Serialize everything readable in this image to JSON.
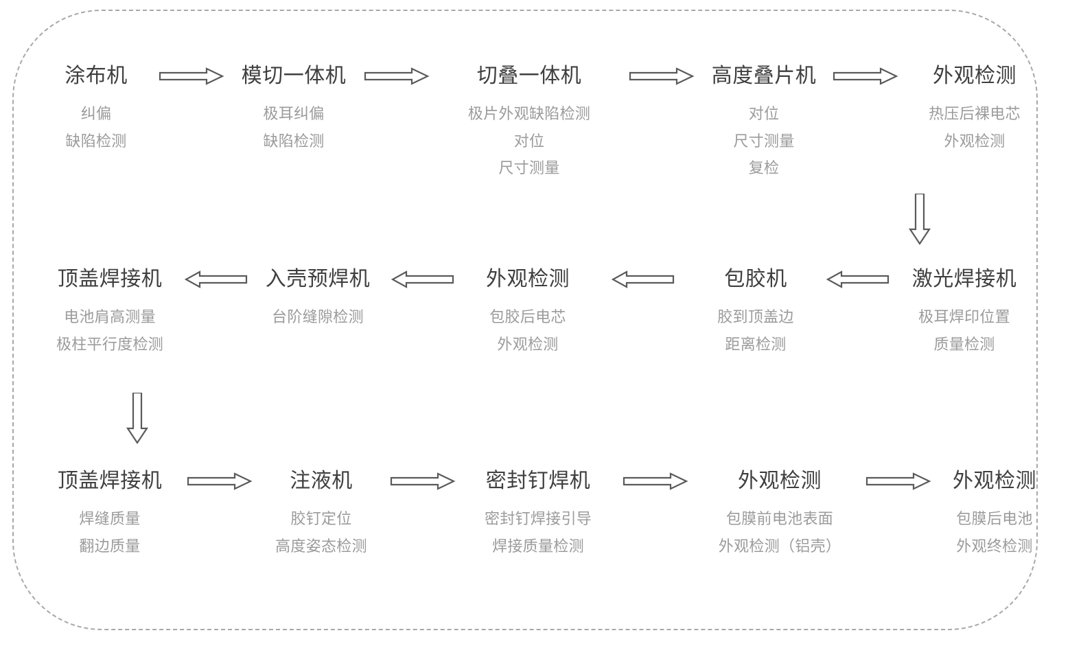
{
  "diagram": {
    "title_color": "#3f3f3f",
    "sub_color": "#9b9b9b",
    "frame_color": "#a8a8a8",
    "arrow_color": "#5a5a5a",
    "rows": [
      {
        "direction": "right",
        "nodes": [
          {
            "title": "涂布机",
            "subs": [
              "纠偏",
              "缺陷检测"
            ]
          },
          {
            "title": "模切一体机",
            "subs": [
              "极耳纠偏",
              "缺陷检测"
            ]
          },
          {
            "title": "切叠一体机",
            "subs": [
              "极片外观缺陷检测",
              "对位",
              "尺寸测量"
            ]
          },
          {
            "title": "高度叠片机",
            "subs": [
              "对位",
              "尺寸测量",
              "复检"
            ]
          },
          {
            "title": "外观检测",
            "subs": [
              "热压后裸电芯",
              "外观检测"
            ]
          }
        ]
      },
      {
        "direction": "left",
        "nodes": [
          {
            "title": "顶盖焊接机",
            "subs": [
              "电池肩高测量",
              "极柱平行度检测"
            ]
          },
          {
            "title": "入壳预焊机",
            "subs": [
              "台阶缝隙检测"
            ]
          },
          {
            "title": "外观检测",
            "subs": [
              "包胶后电芯",
              "外观检测"
            ]
          },
          {
            "title": "包胶机",
            "subs": [
              "胶到顶盖边",
              "距离检测"
            ]
          },
          {
            "title": "激光焊接机",
            "subs": [
              "极耳焊印位置",
              "质量检测"
            ]
          }
        ]
      },
      {
        "direction": "right",
        "nodes": [
          {
            "title": "顶盖焊接机",
            "subs": [
              "焊缝质量",
              "翻边质量"
            ]
          },
          {
            "title": "注液机",
            "subs": [
              "胶钉定位",
              "高度姿态检测"
            ]
          },
          {
            "title": "密封钉焊机",
            "subs": [
              "密封钉焊接引导",
              "焊接质量检测"
            ]
          },
          {
            "title": "外观检测",
            "subs": [
              "包膜前电池表面",
              "外观检测（铝壳）"
            ]
          },
          {
            "title": "外观检测",
            "subs": [
              "包膜后电池",
              "外观终检测"
            ]
          }
        ]
      }
    ],
    "vertical_connectors": [
      {
        "name": "row1-to-row2-connector",
        "icon": "arrow-down-double-icon"
      },
      {
        "name": "row2-to-row3-connector",
        "icon": "arrow-down-double-icon"
      }
    ],
    "horizontal_connector_icons": {
      "right": "arrow-right-double-icon",
      "left": "arrow-left-double-icon"
    }
  }
}
